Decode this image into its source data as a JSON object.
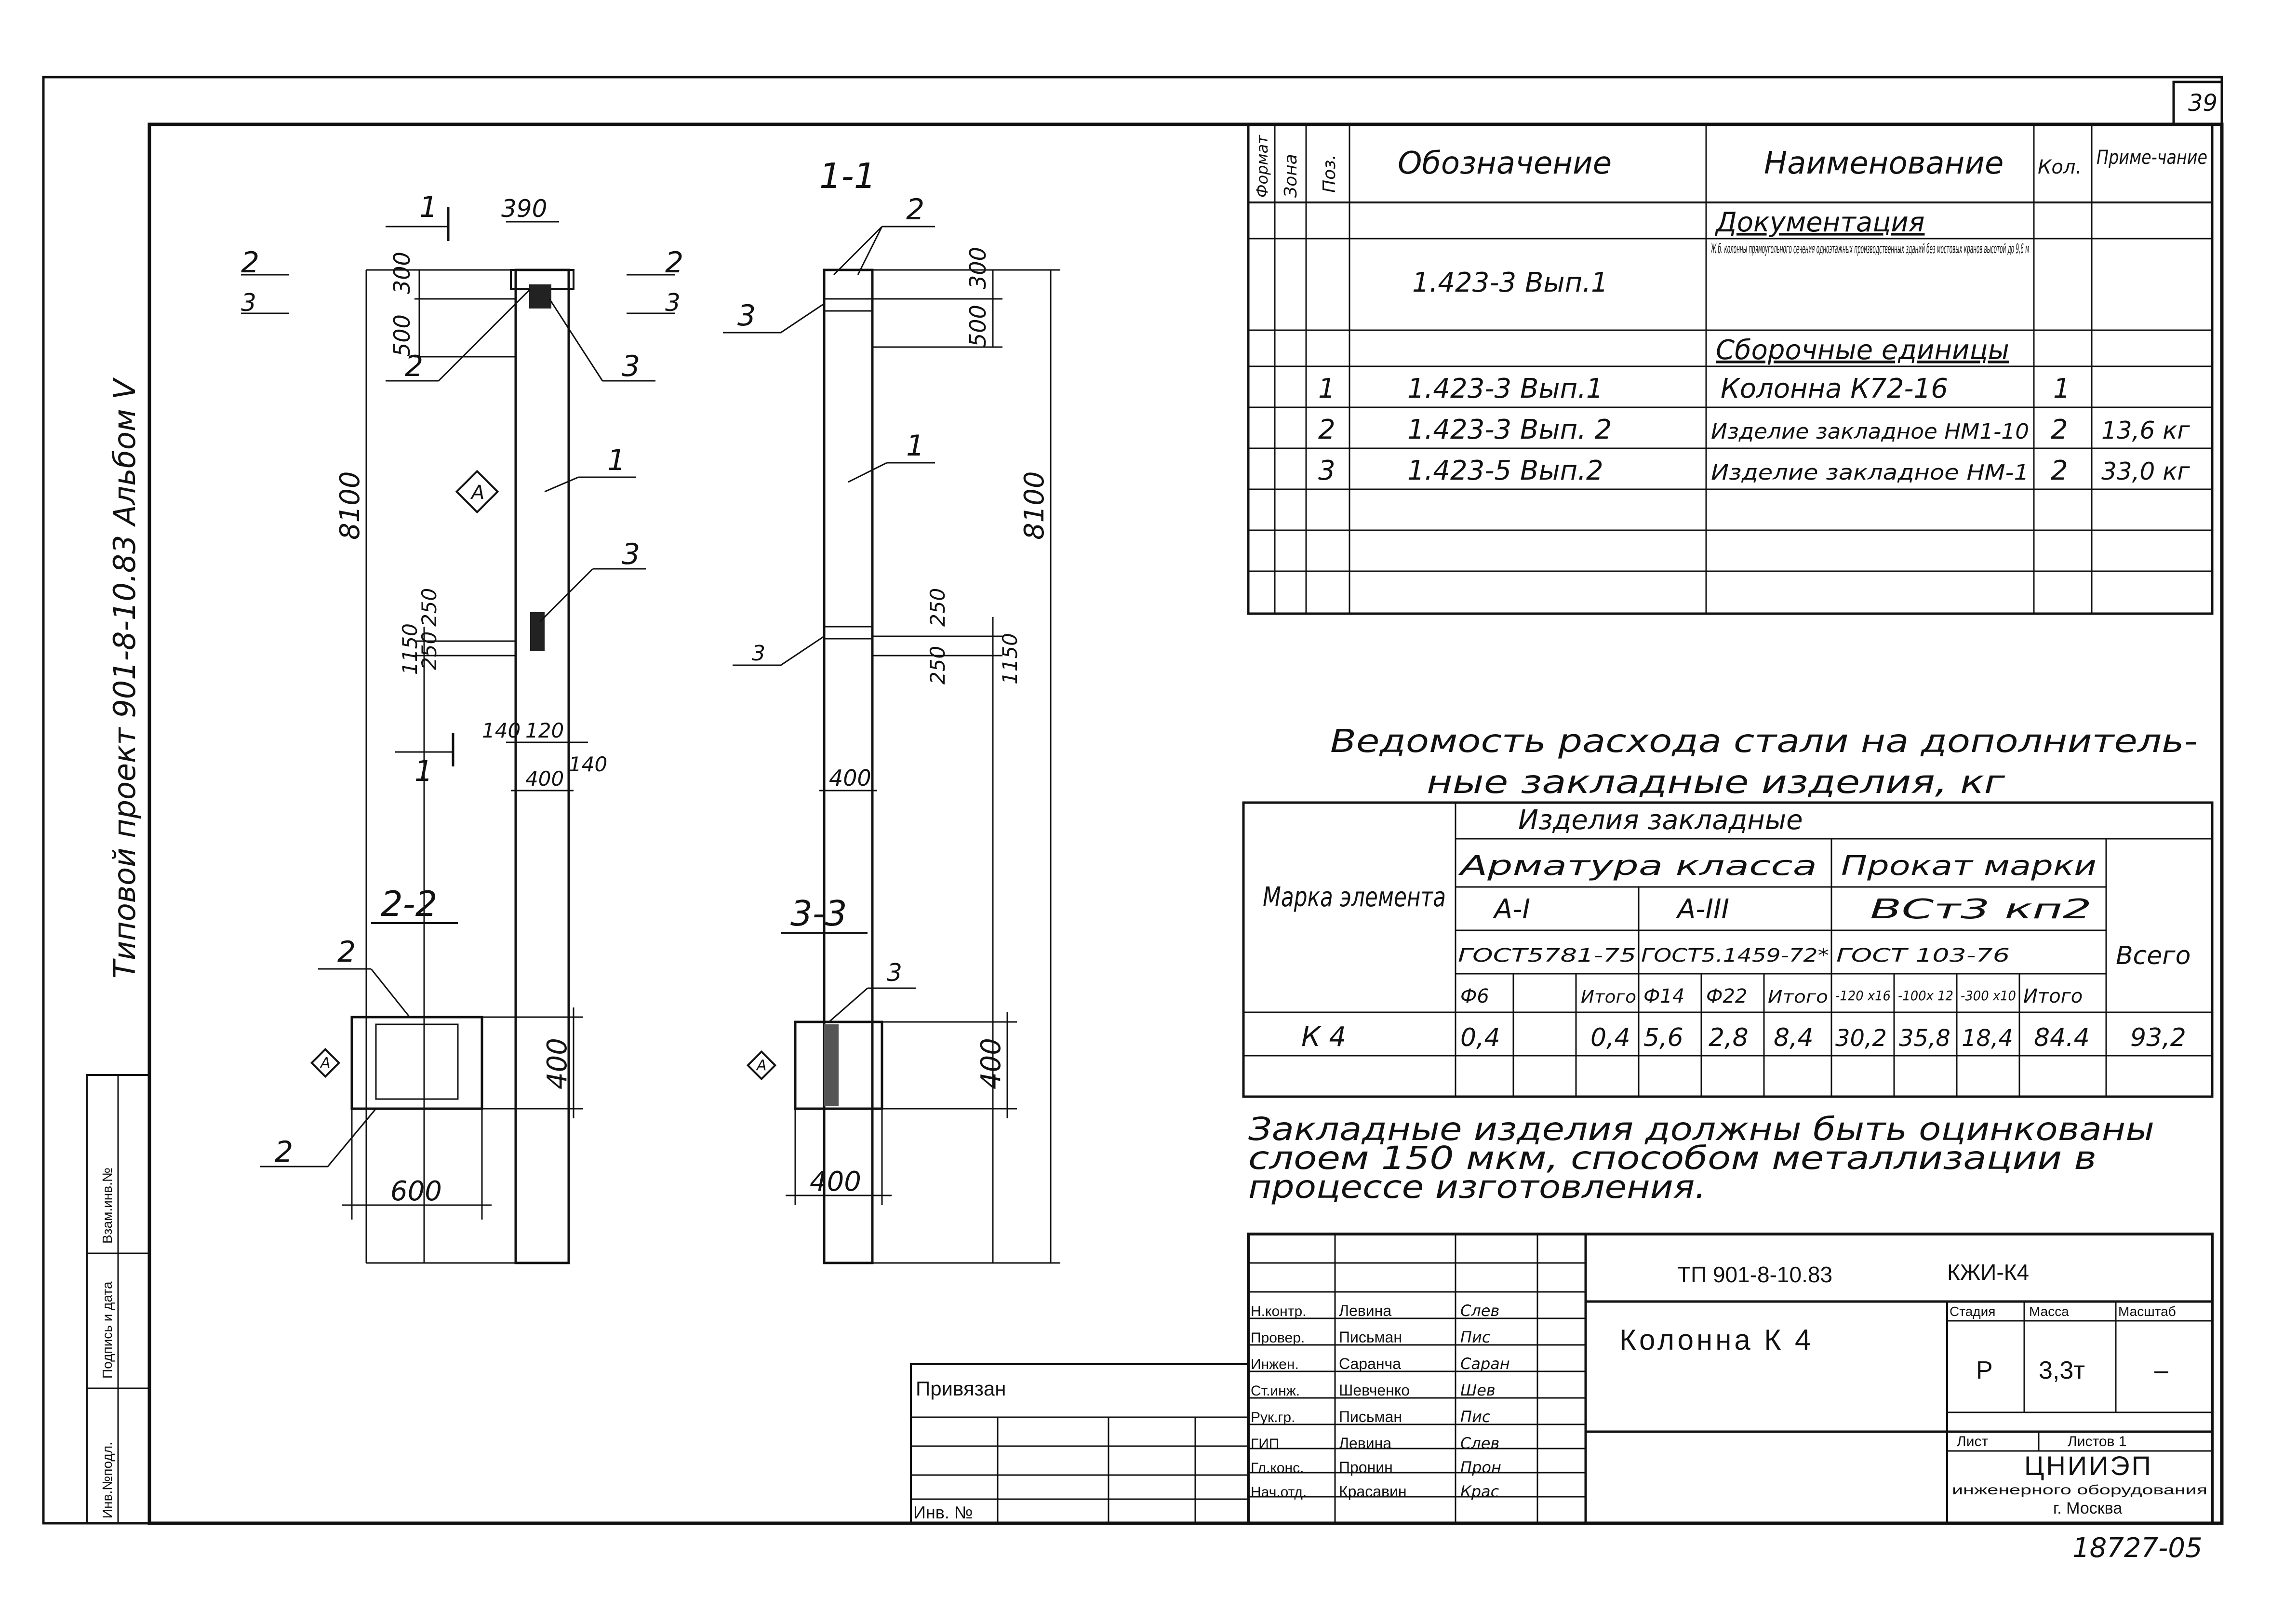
{
  "sheet": {
    "page_number": "39",
    "album_side_text": "Типовой проект 901-8-10.83 Альбом V",
    "side_stamp_labels": [
      "Инв.№подл.",
      "Подпись и дата",
      "Взам.инв.№"
    ],
    "footer_number": "18727-05"
  },
  "drawing": {
    "view_main_scale_labels": [
      "1",
      "1",
      "2",
      "3",
      "2",
      "3"
    ],
    "section_1_1": "1-1",
    "section_2_2": "2-2",
    "section_3_3": "3-3",
    "dims_front": {
      "top_width": "390",
      "d300": "300",
      "d500": "500",
      "height": "8100",
      "d250": "250",
      "d250b": "250",
      "d1150": "1150",
      "d140a": "140",
      "d120": "120",
      "d140b": "140",
      "width": "400"
    },
    "dims_side": {
      "d300": "300",
      "d500": "500",
      "height": "8100",
      "d250": "250",
      "d250b": "250",
      "d1150": "1150",
      "width": "400"
    },
    "dims_sec2": {
      "width": "600",
      "height": "400"
    },
    "dims_sec3": {
      "width": "400",
      "height": "400"
    },
    "callouts": {
      "c1": "1",
      "c2": "2",
      "c3": "3"
    },
    "marker": "A"
  },
  "spec": {
    "headers": {
      "format": "Формат",
      "zone": "Зона",
      "pos": "Поз.",
      "designation": "Обозначение",
      "name": "Наименование",
      "qty": "Кол.",
      "note": "Приме-чание"
    },
    "rows": [
      {
        "pos": "",
        "designation": "",
        "name": "Документация",
        "qty": "",
        "note": ""
      },
      {
        "pos": "",
        "designation": "1.423-3 Вып.1",
        "name": "Ж.б. колонны прямоугольного сечения одноэтажных производственных зданий без мостовых кранов высотой до 9,6 м",
        "qty": "",
        "note": ""
      },
      {
        "pos": "",
        "designation": "",
        "name": "Сборочные единицы",
        "qty": "",
        "note": ""
      },
      {
        "pos": "1",
        "designation": "1.423-3 Вып.1",
        "name": "Колонна К72-16",
        "qty": "1",
        "note": ""
      },
      {
        "pos": "2",
        "designation": "1.423-3 Вып. 2",
        "name": "Изделие закладное НМ1-10",
        "qty": "2",
        "note": "13,6 кг"
      },
      {
        "pos": "3",
        "designation": "1.423-5 Вып.2",
        "name": "Изделие закладное НМ-1",
        "qty": "2",
        "note": "33,0 кг"
      },
      {
        "pos": "",
        "designation": "",
        "name": "",
        "qty": "",
        "note": ""
      },
      {
        "pos": "",
        "designation": "",
        "name": "",
        "qty": "",
        "note": ""
      },
      {
        "pos": "",
        "designation": "",
        "name": "",
        "qty": "",
        "note": ""
      }
    ]
  },
  "steel": {
    "title_line1": "Ведомость расхода стали на дополнитель-",
    "title_line2": "ные закладные изделия, кг",
    "col_mark": "Марка элемента",
    "col_group": "Изделия закладные",
    "col_armature": "Арматура класса",
    "col_rolled": "Прокат марки",
    "col_total": "Всего",
    "class_a1": "A-I",
    "class_a3": "A-III",
    "steel_grade": "ВСт3 кп2",
    "gost_a1": "ГОСТ5781-75",
    "gost_a3": "ГОСТ5.1459-72*",
    "gost_rolled": "ГОСТ 103-76",
    "sub": [
      "Ф6",
      "",
      "Итого",
      "Ф14",
      "Ф22",
      "Итого",
      "-120 x16",
      "-100x 12",
      "-300 x10",
      "Итого"
    ],
    "row": {
      "mark": "К 4",
      "vals": [
        "0,4",
        "",
        "0,4",
        "5,6",
        "2,8",
        "8,4",
        "30,2",
        "35,8",
        "18,4",
        "84.4"
      ],
      "total": "93,2"
    }
  },
  "note": {
    "line1": "Закладные изделия должны быть оцинкованы",
    "line2": "слоем 150 мкм, способом металлизации в",
    "line3": "процессе изготовления."
  },
  "titleblock": {
    "code": "ТП 901-8-10.83",
    "sheet_code": "КЖИ-К4",
    "object_name": "Колонна К 4",
    "stage_label": "Стадия",
    "mass_label": "Масса",
    "scale_label": "Масштаб",
    "stage": "Р",
    "mass": "3,3т",
    "scale": "–",
    "sheet_label": "Лист",
    "sheets_label": "Листов 1",
    "org_name": "ЦНИИЭП",
    "org_line2": "инженерного оборудования",
    "org_line3": "г. Москва",
    "bound_label": "Привязан",
    "inv_label": "Инв. №",
    "people": [
      {
        "role": "Н.контр.",
        "name": "Левина",
        "sign": "Слев"
      },
      {
        "role": "Провер.",
        "name": "Письман",
        "sign": "Пис"
      },
      {
        "role": "Инжен.",
        "name": "Саранча",
        "sign": "Саран"
      },
      {
        "role": "Ст.инж.",
        "name": "Шевченко",
        "sign": "Шев"
      },
      {
        "role": "Рук.гр.",
        "name": "Письман",
        "sign": "Пис"
      },
      {
        "role": "ГИП",
        "name": "Левина",
        "sign": "Слев"
      },
      {
        "role": "Гл.конс.",
        "name": "Пронин",
        "sign": "Прон"
      },
      {
        "role": "Нач.отд.",
        "name": "Красавин",
        "sign": "Крас"
      }
    ]
  }
}
